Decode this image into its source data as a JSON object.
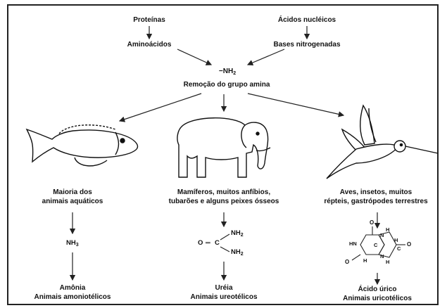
{
  "top": {
    "proteins": "Proteínas",
    "amino_acids": "Aminoácidos",
    "nucleic_acids": "Ácidos nucléicos",
    "nitrogen_bases": "Bases nitrogenadas",
    "amine_group": "−NH",
    "amine_sub": "2",
    "amine_removal": "Remoção do grupo amina"
  },
  "columns": {
    "fish": {
      "group_line1": "Maioria dos",
      "group_line2": "animais aquáticos",
      "compound_main": "NH",
      "compound_sub": "3",
      "product": "Amônia",
      "class": "Animais amoniotélicos"
    },
    "elephant": {
      "group_line1": "Mamíferos, muitos anfíbios,",
      "group_line2": "tubarões e alguns peixes ósseos",
      "product": "Uréia",
      "class": "Animais ureotélicos"
    },
    "bird": {
      "group_line1": "Aves, insetos, muitos",
      "group_line2": "répteis, gastrópodes terrestres",
      "product": "Ácido úrico",
      "class": "Animais uricotélicos"
    }
  },
  "urea_formula": {
    "o": "O",
    "eq": "═",
    "c": "C",
    "nh_top": "NH",
    "nh_bottom": "NH",
    "sub": "2"
  },
  "uric_acid_formula": {
    "o1": "O",
    "o2": "O",
    "o3": "O",
    "h1": "H",
    "h2": "H",
    "h3": "H",
    "h4": "H",
    "hn": "HN",
    "n1": "N",
    "n2": "N",
    "c": "C",
    "c2": "C"
  }
}
